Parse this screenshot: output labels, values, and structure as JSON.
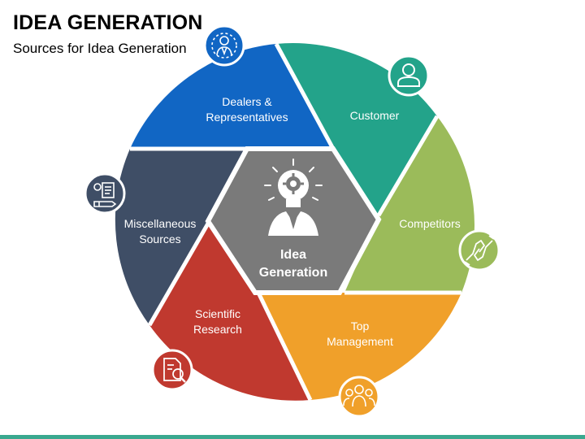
{
  "header": {
    "title": "IDEA GENERATION",
    "subtitle": "Sources for Idea Generation"
  },
  "center": {
    "line1": "Idea",
    "line2": "Generation",
    "icon": "lightbulb-gear-person-icon",
    "color": "#7a7a7a"
  },
  "segments": [
    {
      "line1": "Dealers &",
      "line2": "Representatives",
      "color": "#1166c4",
      "icon": "dealer-representative-icon"
    },
    {
      "line1": "Customer",
      "line2": "",
      "color": "#23a38a",
      "icon": "customer-user-icon"
    },
    {
      "line1": "Competitors",
      "line2": "",
      "color": "#9bbb5a",
      "icon": "handshake-arm-wrestle-icon"
    },
    {
      "line1": "Top",
      "line2": "Management",
      "color": "#f0a02a",
      "icon": "management-group-icon"
    },
    {
      "line1": "Scientific",
      "line2": "Research",
      "color": "#c0392f",
      "icon": "research-document-search-icon"
    },
    {
      "line1": "Miscellaneous",
      "line2": "Sources",
      "color": "#3f4e66",
      "icon": "miscellaneous-tools-icon"
    }
  ],
  "colors": {
    "accent_bar": "#3aa88f",
    "icon_circle_border": "#ffffff"
  }
}
